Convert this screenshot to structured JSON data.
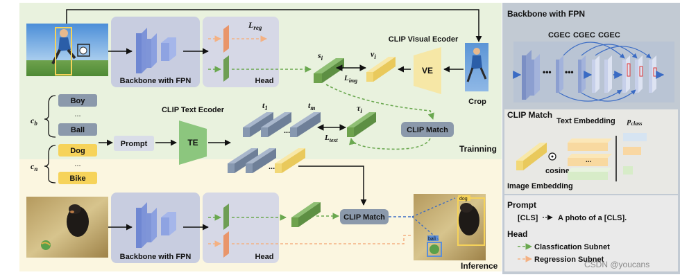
{
  "main": {
    "backbone_label": "Backbone with FPN",
    "backbone_label_bottom": "Backbone with FPN",
    "head_label": "Head",
    "head_label_bottom": "Head",
    "l_reg": "L",
    "l_reg_sub": "reg",
    "s_i": "s",
    "s_i_sub": "i",
    "v_i": "v",
    "v_i_sub": "i",
    "l_img": "L",
    "l_img_sub": "img",
    "clip_visual_encoder_label": "CLIP Visual Ecoder",
    "ve_label": "VE",
    "crop_label": "Crop",
    "c_b": "c",
    "c_b_sub": "b",
    "c_n": "c",
    "c_n_sub": "n",
    "base_classes": [
      "Boy",
      "...",
      "Ball"
    ],
    "novel_classes": [
      "Dog",
      "...",
      "Bike"
    ],
    "prompt_label": "Prompt",
    "clip_text_encoder_label": "CLIP Text Ecoder",
    "te_label": "TE",
    "t_1": "t",
    "t_1_sub": "1",
    "t_m": "t",
    "t_m_sub": "m",
    "tau_i": "τ",
    "tau_i_sub": "i",
    "l_text": "L",
    "l_text_sub": "text",
    "ellipsis_top": "...",
    "ellipsis_bottom": "...",
    "clip_match_train": "CLIP Match",
    "clip_match_infer": "CLIP Match",
    "training_label": "Trainning",
    "inference_label": "Inference",
    "box_label_ball": "ball",
    "box_label_dog": "dog"
  },
  "legend": {
    "fpn_title": "Backbone with FPN",
    "cgec": [
      "CGEC",
      "CGEC",
      "CGEC"
    ],
    "clip_match_title": "CLIP Match",
    "text_embedding": "Text Embedding",
    "p_class": "p",
    "p_class_sub": "class",
    "cosine": "cosine",
    "image_embedding": "Image Embedding",
    "prompt_title": "Prompt",
    "prompt_cls": "[CLS]",
    "prompt_text": "A photo of a [CLS].",
    "head_title": "Head",
    "head_items": [
      "Classfication Subnet",
      "Regression Subnet"
    ]
  },
  "watermark": "CSDN @youcans",
  "colors": {
    "training_bg": "#e9f2de",
    "inference_bg": "#fbf6e0",
    "legend_bg": "#c2cad3",
    "backbone_bg": "#c8cde0",
    "head_bg": "#d6d8e6",
    "green_dashed": "#6aa84f",
    "orange_dashed": "#f4b183",
    "blue_dashed": "#3a6bc4",
    "clip_match_box": "#8b99ab",
    "ve_yellow": "#f6e7a6",
    "te_green": "#8cc67e"
  }
}
